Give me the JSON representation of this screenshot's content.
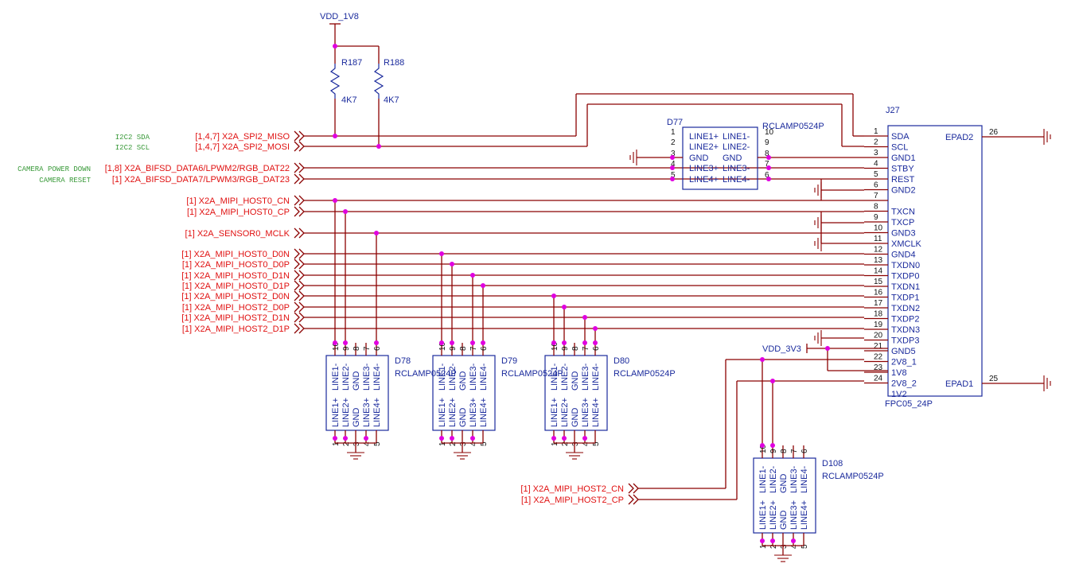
{
  "power": {
    "vdd_1v8": "VDD_1V8",
    "vdd_3v3": "VDD_3V3"
  },
  "resistors": [
    {
      "ref": "R187",
      "value": "4K7"
    },
    {
      "ref": "R188",
      "value": "4K7"
    }
  ],
  "connector": {
    "ref": "J27",
    "part": "FPC05_24P",
    "pins": [
      {
        "num": "1",
        "name": "SDA"
      },
      {
        "num": "2",
        "name": "SCL"
      },
      {
        "num": "3",
        "name": "GND1"
      },
      {
        "num": "4",
        "name": "STBY"
      },
      {
        "num": "5",
        "name": "REST"
      },
      {
        "num": "6",
        "name": "GND2"
      },
      {
        "num": "7",
        "name": ""
      },
      {
        "num": "8",
        "name": "TXCN"
      },
      {
        "num": "9",
        "name": "TXCP"
      },
      {
        "num": "10",
        "name": "GND3"
      },
      {
        "num": "11",
        "name": "XMCLK"
      },
      {
        "num": "12",
        "name": "GND4"
      },
      {
        "num": "13",
        "name": "TXDN0"
      },
      {
        "num": "14",
        "name": "TXDP0"
      },
      {
        "num": "15",
        "name": "TXDN1"
      },
      {
        "num": "16",
        "name": "TXDP1"
      },
      {
        "num": "17",
        "name": "TXDN2"
      },
      {
        "num": "18",
        "name": "TXDP2"
      },
      {
        "num": "19",
        "name": "TXDN3"
      },
      {
        "num": "20",
        "name": "TXDP3"
      },
      {
        "num": "21",
        "name": "GND5"
      },
      {
        "num": "22",
        "name": "2V8_1"
      },
      {
        "num": "23",
        "name": "1V8"
      },
      {
        "num": "24",
        "name": "2V8_2"
      },
      {
        "num": "",
        "name": "1V2"
      }
    ],
    "epad2": {
      "name": "EPAD2",
      "num": "26"
    },
    "epad1": {
      "name": "EPAD1",
      "num": "25"
    }
  },
  "nets": [
    {
      "ref": "[1,4,7]",
      "name": "X2A_SPI2_MISO",
      "comment": "I2C2 SDA"
    },
    {
      "ref": "[1,4,7]",
      "name": "X2A_SPI2_MOSI",
      "comment": "I2C2 SCL"
    },
    {
      "ref": "[1,8]",
      "name": "X2A_BIFSD_DATA6/LPWM2/RGB_DAT22",
      "comment": "CAMERA POWER DOWN"
    },
    {
      "ref": "[1]",
      "name": "X2A_BIFSD_DATA7/LPWM3/RGB_DAT23",
      "comment": "CAMERA RESET"
    },
    {
      "ref": "[1]",
      "name": "X2A_MIPI_HOST0_CN",
      "comment": ""
    },
    {
      "ref": "[1]",
      "name": "X2A_MIPI_HOST0_CP",
      "comment": ""
    },
    {
      "ref": "[1]",
      "name": "X2A_SENSOR0_MCLK",
      "comment": ""
    },
    {
      "ref": "[1]",
      "name": "X2A_MIPI_HOST0_D0N",
      "comment": ""
    },
    {
      "ref": "[1]",
      "name": "X2A_MIPI_HOST0_D0P",
      "comment": ""
    },
    {
      "ref": "[1]",
      "name": "X2A_MIPI_HOST0_D1N",
      "comment": ""
    },
    {
      "ref": "[1]",
      "name": "X2A_MIPI_HOST0_D1P",
      "comment": ""
    },
    {
      "ref": "[1]",
      "name": "X2A_MIPI_HOST2_D0N",
      "comment": ""
    },
    {
      "ref": "[1]",
      "name": "X2A_MIPI_HOST2_D0P",
      "comment": ""
    },
    {
      "ref": "[1]",
      "name": "X2A_MIPI_HOST2_D1N",
      "comment": ""
    },
    {
      "ref": "[1]",
      "name": "X2A_MIPI_HOST2_D1P",
      "comment": ""
    },
    {
      "ref": "[1]",
      "name": "X2A_MIPI_HOST2_CN",
      "comment": ""
    },
    {
      "ref": "[1]",
      "name": "X2A_MIPI_HOST2_CP",
      "comment": ""
    }
  ],
  "tvs": [
    {
      "ref": "D77",
      "part": "RCLAMP0524P"
    },
    {
      "ref": "D78",
      "part": "RCLAMP0524P"
    },
    {
      "ref": "D79",
      "part": "RCLAMP0524P"
    },
    {
      "ref": "D80",
      "part": "RCLAMP0524P"
    },
    {
      "ref": "D108",
      "part": "RCLAMP0524P"
    }
  ],
  "tvs_pins": {
    "left": [
      "LINE1+",
      "LINE2+",
      "GND",
      "LINE3+",
      "LINE4+"
    ],
    "right": [
      "LINE1-",
      "LINE2-",
      "GND",
      "LINE3-",
      "LINE4-"
    ],
    "left_nums": [
      "1",
      "2",
      "3",
      "4",
      "5"
    ],
    "right_nums": [
      "10",
      "9",
      "8",
      "7",
      "6"
    ]
  }
}
